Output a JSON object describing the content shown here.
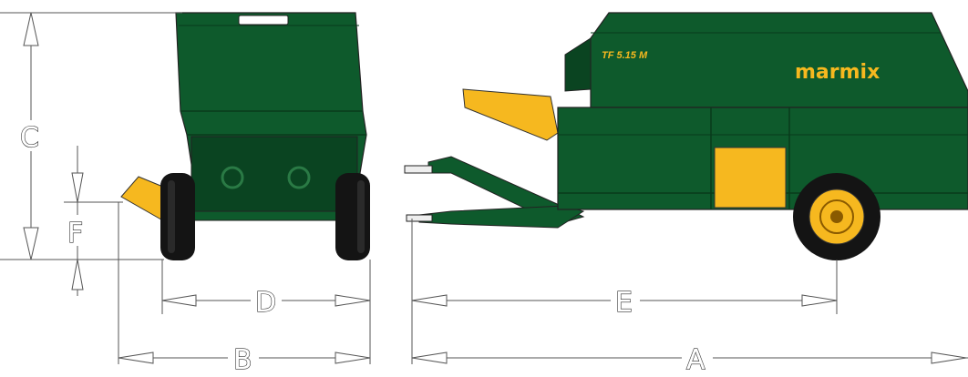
{
  "colors": {
    "body_green": "#0e5a2c",
    "dark_green": "#0a4421",
    "accent_yellow": "#f6b81f",
    "tire_black": "#141414",
    "dimension_line": "#555555"
  },
  "vehicle": {
    "model_label": "TF 5.15 M",
    "brand_label": "marmix"
  },
  "dimensions": {
    "a": "A",
    "b": "B",
    "c": "C",
    "d": "D",
    "e": "E",
    "f": "F"
  }
}
